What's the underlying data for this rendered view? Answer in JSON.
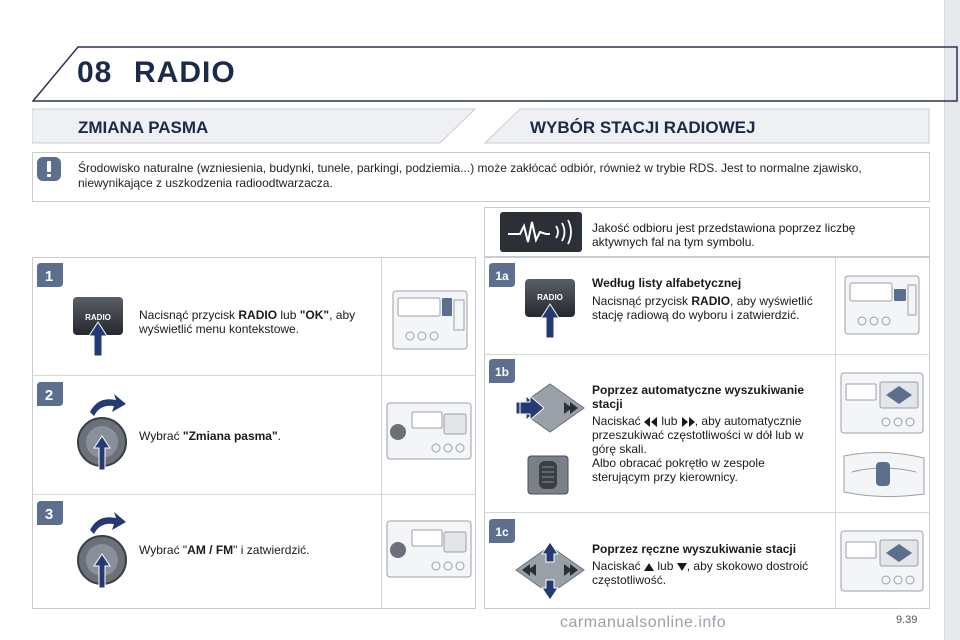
{
  "header": {
    "chapter_number": "08",
    "chapter_title": "RADIO"
  },
  "sections": {
    "left_title": "ZMIANA PASMA",
    "right_title": "WYBÓR STACJI RADIOWEJ"
  },
  "warning": {
    "icon": "exclamation-icon",
    "text": "Środowisko naturalne (wzniesienia, budynki, tunele, parkingi, podziemia...) może zakłócać odbiór, również w trybie RDS. Jest to normalne zjawisko, niewynikające z uszkodzenia radioodtwarzacza."
  },
  "signal": {
    "text": "Jakość odbioru jest przedstawiona poprzez liczbę aktywnych fal na tym symbolu."
  },
  "left_steps": [
    {
      "badge": "1",
      "button_label": "RADIO",
      "text_before": "Nacisnąć przycisk ",
      "bold_1": "RADIO",
      "text_mid": " lub ",
      "bold_2": "\"OK\"",
      "text_after": ", aby wyświetlić menu kontekstowe."
    },
    {
      "badge": "2",
      "text_before": "Wybrać ",
      "bold_1": "\"Zmiana pasma\"",
      "text_after": "."
    },
    {
      "badge": "3",
      "text_before": "Wybrać \"",
      "bold_1": "AM / FM",
      "text_after": "\" i zatwierdzić."
    }
  ],
  "right_steps": [
    {
      "badge": "1a",
      "button_label": "RADIO",
      "heading": "Według listy alfabetycznej",
      "text_before": "Nacisnąć przycisk ",
      "bold_1": "RADIO",
      "text_after": ", aby wyświetlić stację radiową do wyboru i zatwierdzić."
    },
    {
      "badge": "1b",
      "heading": "Poprzez automatyczne wyszukiwanie stacji",
      "text_1": "Naciskać",
      "text_2": "lub",
      "text_3": ", aby automatycznie przeszukiwać częstotliwości w dół lub w górę skali.",
      "text_4": "Albo obracać pokrętło w zespole sterującym przy kierownicy."
    },
    {
      "badge": "1c",
      "heading": "Poprzez ręczne wyszukiwanie stacji",
      "text_1": "Naciskać",
      "text_2": "lub",
      "text_3": ", aby skokowo dostroić częstotliwość."
    }
  ],
  "footer": {
    "page_number": "9.39",
    "watermark": "carmanualsonline.info"
  },
  "colors": {
    "navy": "#1c2a4a",
    "badge": "#5c6f8f",
    "arrow": "#243a73",
    "frame": "#2a3550"
  }
}
